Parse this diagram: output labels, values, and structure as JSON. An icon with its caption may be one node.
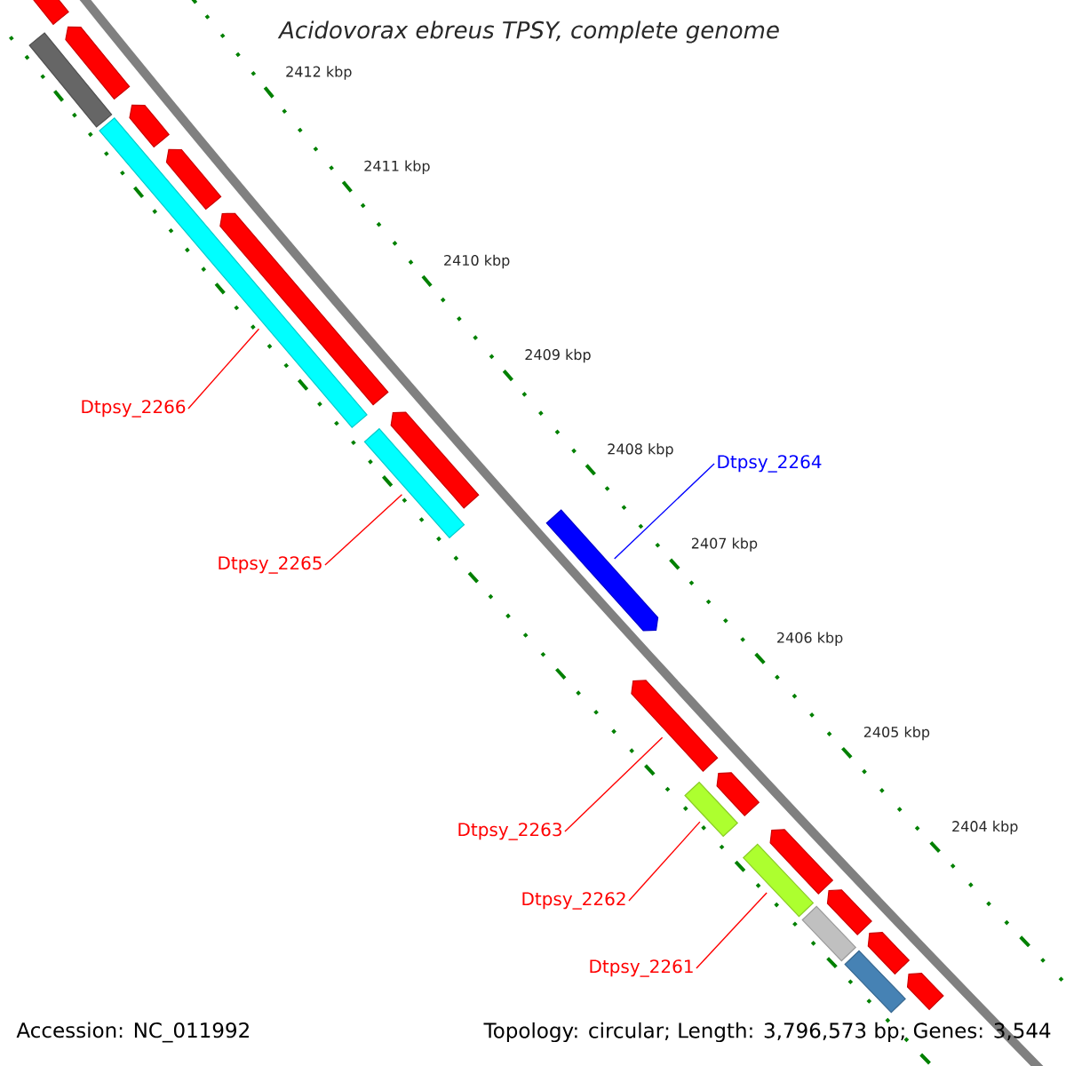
{
  "diagram": {
    "title": "Acidovorax ebreus TPSY, complete genome",
    "nodes": [
      {
        "text": [
          "Dtpsy_2266"
        ]
      },
      {
        "text": [
          "Dtpsy_2264"
        ]
      },
      {
        "text": [
          "Dtpsy_2265"
        ]
      },
      {
        "text": [
          "Dtpsy_2263"
        ]
      },
      {
        "text": [
          "Dtpsy_2262"
        ]
      },
      {
        "text": [
          "Dtpsy_2261"
        ]
      },
      {
        "text": [],
        "shape": "bar"
      },
      {
        "text": [],
        "shape": "bar"
      },
      {
        "text": [],
        "shape": "bar"
      },
      {
        "text": [],
        "shape": "bar"
      },
      {
        "text": [],
        "shape": "bar"
      },
      {
        "text": [],
        "shape": "bar"
      },
      {
        "text": [],
        "shape": "bar"
      },
      {
        "text": [],
        "shape": "bar"
      },
      {
        "text": [],
        "shape": "bar"
      },
      {
        "text": [],
        "shape": "bar"
      },
      {
        "text": [],
        "shape": "bar"
      },
      {
        "text": [],
        "shape": "bar"
      },
      {
        "text": [],
        "shape": "bar"
      },
      {
        "text": [],
        "shape": "bar"
      },
      {
        "text": [],
        "shape": "bar"
      },
      {
        "text": [],
        "shape": "bar"
      },
      {
        "text": [],
        "shape": "bar"
      },
      {
        "text": [],
        "shape": "bar"
      },
      {
        "text": [],
        "shape": "bar"
      },
      {
        "text": [],
        "shape": "bar"
      }
    ],
    "edges": [
      {
        "from": 0,
        "to": 10,
        "arrow": "none"
      },
      {
        "from": 1,
        "to": 15,
        "arrow": "none",
        "color": "#0000ff"
      },
      {
        "from": 2,
        "to": 14,
        "arrow": "none"
      },
      {
        "from": 3,
        "to": 16,
        "arrow": "none"
      },
      {
        "from": 4,
        "to": 18,
        "arrow": "none"
      },
      {
        "from": 5,
        "to": 20,
        "arrow": "none"
      }
    ],
    "labels": [
      "2412 kbp",
      "2411 kbp",
      "2410 kbp",
      "2409 kbp",
      "2408 kbp",
      "2407 kbp",
      "2406 kbp",
      "2405 kbp",
      "2404 kbp",
      "Accession: NC_011992",
      "Topology: circular; Length: 3,796,573 bp; Genes: 3,544"
    ]
  }
}
